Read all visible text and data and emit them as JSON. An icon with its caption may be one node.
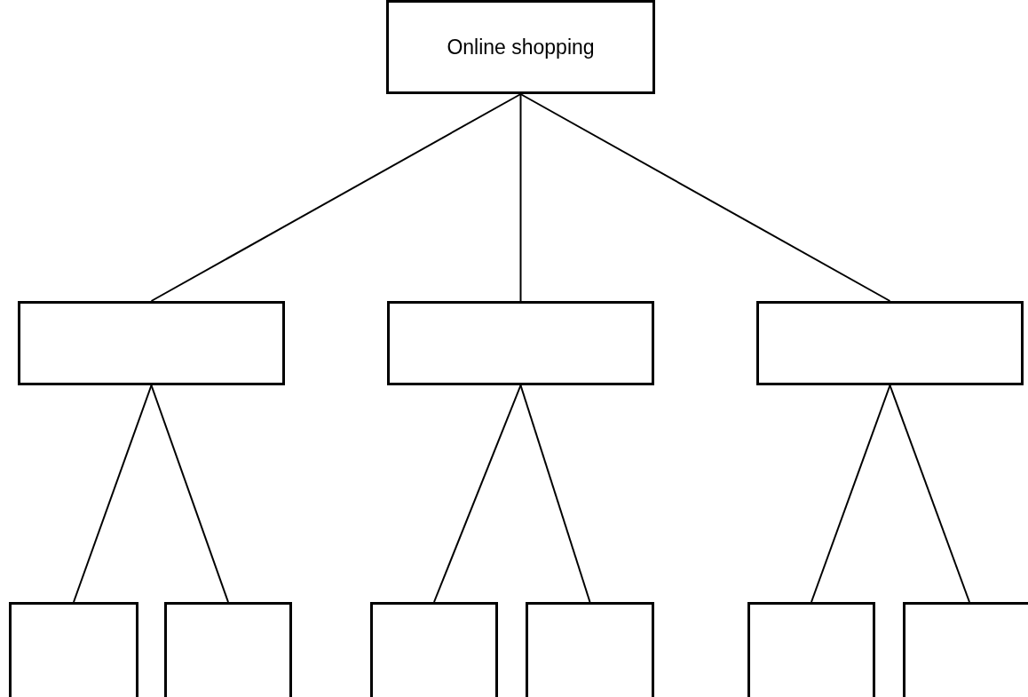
{
  "diagram": {
    "nodes": [
      {
        "text": [
          "Online shopping"
        ]
      },
      {
        "text": [],
        "shape": "box"
      },
      {
        "text": [],
        "shape": "box"
      },
      {
        "text": [],
        "shape": "box"
      },
      {
        "text": [],
        "shape": "box"
      },
      {
        "text": [],
        "shape": "box"
      },
      {
        "text": [],
        "shape": "box"
      },
      {
        "text": [],
        "shape": "box"
      },
      {
        "text": [],
        "shape": "box"
      },
      {
        "text": [],
        "shape": "box"
      }
    ],
    "edges": [
      {
        "from": 0,
        "to": 1,
        "arrow": "none"
      },
      {
        "from": 0,
        "to": 2,
        "arrow": "none"
      },
      {
        "from": 0,
        "to": 3,
        "arrow": "none"
      },
      {
        "from": 1,
        "to": 4,
        "arrow": "none"
      },
      {
        "from": 1,
        "to": 5,
        "arrow": "none"
      },
      {
        "from": 2,
        "to": 6,
        "arrow": "none"
      },
      {
        "from": 2,
        "to": 7,
        "arrow": "none"
      },
      {
        "from": 3,
        "to": 8,
        "arrow": "none"
      },
      {
        "from": 3,
        "to": 9,
        "arrow": "none"
      }
    ]
  }
}
